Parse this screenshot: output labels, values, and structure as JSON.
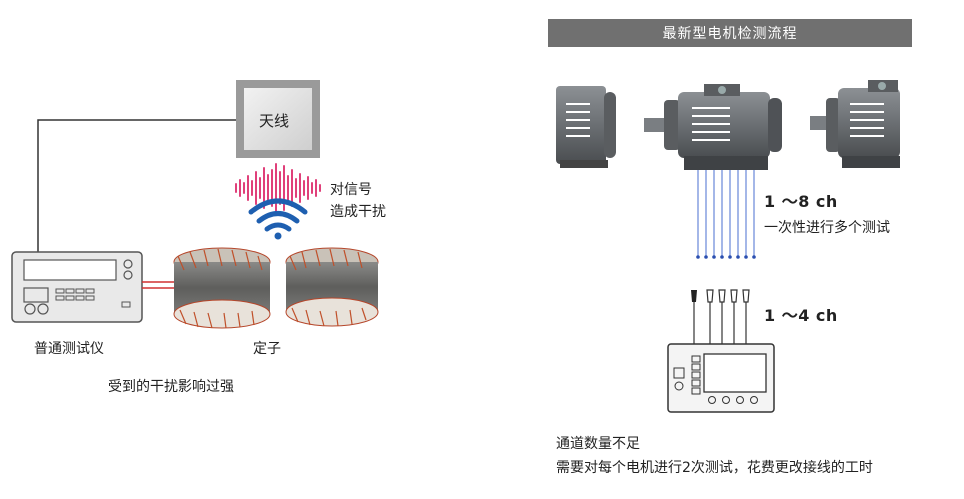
{
  "left": {
    "antenna_label": "天线",
    "interference_line1": "对信号",
    "interference_line2": "造成干扰",
    "meter_label": "普通测试仪",
    "stator_label": "定子",
    "caption": "受到的干扰影响过强"
  },
  "right": {
    "banner": "最新型电机检测流程",
    "channels_a": "1 ～8 ch",
    "channels_a_desc": "一次性进行多个测试",
    "channels_b": "1 ～4 ch",
    "note_line1": "通道数量不足",
    "note_line2": "需要对每个电机进行2次测试，花费更改接线的工时"
  },
  "colors": {
    "antenna_box": "#9a9a9a",
    "wave_pink": "#e0407a",
    "wifi_blue": "#1e5fb0",
    "wire_blue": "#4a6fd0",
    "banner_bg": "#707070",
    "motor_body": "#6b6f73",
    "copper": "#c0502a"
  }
}
